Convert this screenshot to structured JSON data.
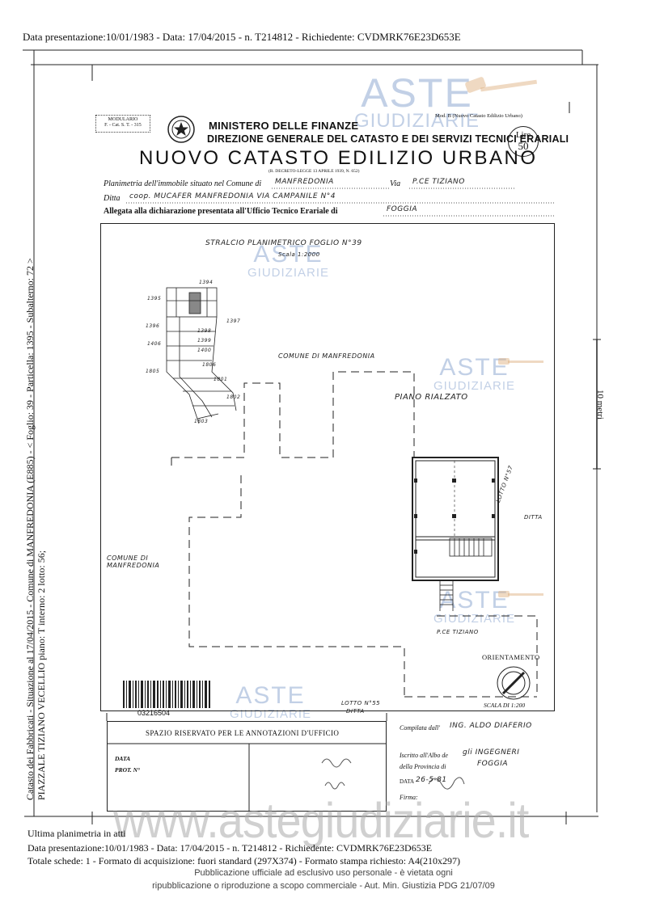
{
  "header": {
    "text": "Data presentazione:10/01/1983 - Data: 17/04/2015 - n. T214812 - Richiedente: CVDMRK76E23D653E"
  },
  "form": {
    "modulario": "MODULARIO",
    "modulario_code": "F. - Cat. S. T. - 315",
    "ministry": "MINISTERO DELLE FINANZE",
    "direzione": "DIREZIONE GENERALE DEL CATASTO E DEI SERVIZI TECNICI ERARIALI",
    "mod_b": "Mod. B (Nuovo Catasto Edilizio Urbano)",
    "lire_label": "Lire",
    "lire_value": "50",
    "title": "NUOVO CATASTO EDILIZIO URBANO",
    "decreto": "(R. DECRETO-LEGGE 13 APRILE 1939, N. 652)",
    "planimetria_label": "Planimetria dell'immobile situato nel Comune di",
    "comune_value": "MANFREDONIA",
    "via_label": "Via",
    "via_value": "P.CE TIZIANO",
    "ditta_label": "Ditta",
    "ditta_value": "coop. MUCAFER   MANFREDONIA   VIA CAMPANILE N°4",
    "allegata_label": "Allegata alla dichiarazione presentata all'Ufficio Tecnico Erariale di",
    "ufficio_value": "FOGGIA"
  },
  "drawing": {
    "stralcio": "STRALCIO PLANIMETRICO  FOGLIO N°39",
    "scala_small": "Scala 1:2000",
    "comune_label_1": "COMUNE DI MANFREDONIA",
    "comune_label_2": "COMUNE DI MANFREDONIA",
    "piano": "PIANO RIALZATO",
    "lotto_57": "LOTTO N°57",
    "ditta_1": "DITTA",
    "lotto_55": "LOTTO N°55",
    "ditta_2": "DITTA",
    "pce_tiziano": "P.CE TIZIANO",
    "parcels": [
      "1394",
      "1395",
      "1396",
      "1397",
      "1398",
      "1399",
      "1400",
      "1406",
      "1805",
      "1806",
      "1801",
      "1802",
      "1803"
    ]
  },
  "orientamento": {
    "label": "ORIENTAMENTO",
    "scala": "SCALA DI 1:200"
  },
  "annotazioni": {
    "title": "SPAZIO RISERVATO PER LE ANNOTAZIONI D'UFFICIO",
    "data_label": "DATA",
    "prot_label": "PROT. N°"
  },
  "compilata": {
    "compilata_label": "Compilata dall'",
    "compilata_value": "ING. ALDO DIAFERIO",
    "iscritto_label": "Iscritto all'Albo de",
    "iscritto_value": "gli INGEGNERI",
    "provincia_label": "della Provincia di",
    "provincia_value": "FOGGIA",
    "data_label": "DATA",
    "data_value": "26-5-81",
    "firma_label": "Firma:"
  },
  "barcode_number": "03216504",
  "side": {
    "line1": "Catasto dei Fabbricati - Situazione al 17/04/2015 - Comune di MANFREDONIA (E885) - < Foglio: 39 - Particella: 1395 - Subalterno: 72 >",
    "line2": "PIAZZALE TIZIANO VECELLIO piano: T interno: 2 lotto: 56;",
    "scale": "10 metri"
  },
  "footer": {
    "ultima": "Ultima planimetria in atti",
    "line1": "Data presentazione:10/01/1983 - Data: 17/04/2015 - n. T214812 - Richiedente: CVDMRK76E23D653E",
    "line2": "Totale schede: 1 - Formato di acquisizione: fuori standard (297X374) - Formato stampa richiesto: A4(210x297)",
    "pub1": "Pubblicazione ufficiale ad esclusivo uso personale - è vietata ogni",
    "pub2": "ripubblicazione o riproduzione a scopo commerciale - Aut. Min. Giustizia PDG 21/07/09"
  },
  "watermark": {
    "site": "www.astegiudiziarie.it",
    "aste": "ASTE",
    "giudiziarie": "GIUDIZIARIE"
  }
}
